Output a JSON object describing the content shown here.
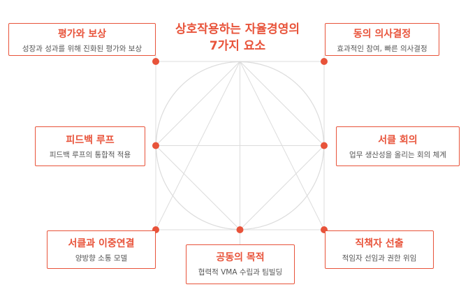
{
  "title": {
    "line1": "상호작용하는 자율경영의",
    "line2": "7가지 요소"
  },
  "elements": [
    {
      "id": "reward",
      "label": "평가와 보상",
      "desc": "성장과 성과를 위해 진화된 평가와 보상"
    },
    {
      "id": "decision",
      "label": "동의 의사결정",
      "desc": "효과적인 참여, 빠른 의사결정"
    },
    {
      "id": "feedback",
      "label": "피드백 루프",
      "desc": "피드백 루프의 통합적 적용"
    },
    {
      "id": "circle-meeting",
      "label": "서클 회의",
      "desc": "업무 생산성을 올리는 회의 체계"
    },
    {
      "id": "double-link",
      "label": "서클과 이중연결",
      "desc": "양방향 소통 모델"
    },
    {
      "id": "purpose",
      "label": "공동의 목적",
      "desc": "협력적 VMA 수립과 팀빌딩"
    },
    {
      "id": "role-election",
      "label": "직책자 선출",
      "desc": "적임자 선임과 권한 위임"
    }
  ],
  "colors": {
    "accent": "#e8533a",
    "grid": "#dcdcdc",
    "text": "#555555"
  }
}
